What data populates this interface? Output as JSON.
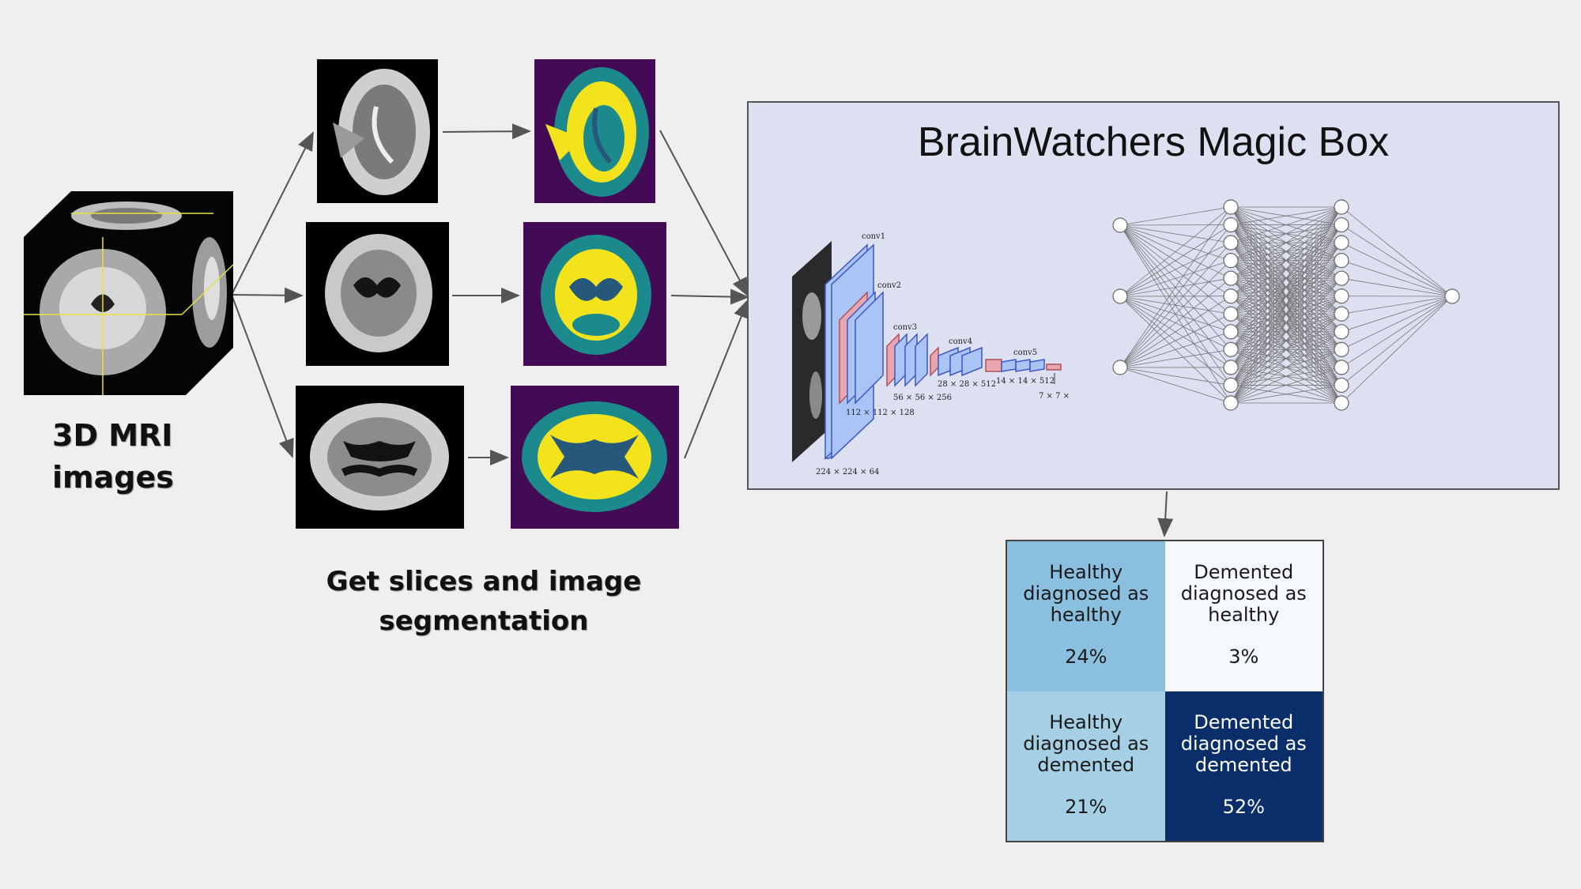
{
  "mri_caption": {
    "line1": "3D MRI",
    "line2": "images"
  },
  "slices_caption": {
    "line1": "Get slices and image",
    "line2": "segmentation"
  },
  "magic_box": {
    "title": "BrainWatchers Magic Box",
    "cnn_labels": {
      "conv1": "conv1",
      "conv2": "conv2",
      "conv3": "conv3",
      "conv4": "conv4",
      "conv5": "conv5",
      "dim1": "224 × 224 × 64",
      "dim2": "112 × 112 × 128",
      "dim3": "56 × 56 × 256",
      "dim4": "28 × 28 × 512",
      "dim5": "14 × 14 × 512",
      "dim6": "7 × 7 ×"
    }
  },
  "confusion_matrix": {
    "cells": [
      {
        "lines": [
          "Healthy",
          "diagnosed as",
          "healthy"
        ],
        "pct": "24%",
        "bg": "#8bbfdf",
        "fg": "#1a1a1a"
      },
      {
        "lines": [
          "Demented",
          "diagnosed as",
          "healthy"
        ],
        "pct": "3%",
        "bg": "#f5f9fd",
        "fg": "#1a1a1a"
      },
      {
        "lines": [
          "Healthy",
          "diagnosed as",
          "demented"
        ],
        "pct": "21%",
        "bg": "#a5cfe5",
        "fg": "#1a1a1a"
      },
      {
        "lines": [
          "Demented",
          "diagnosed as",
          "demented"
        ],
        "pct": "52%",
        "bg": "#0a2e6a",
        "fg": "#ffffff"
      }
    ]
  },
  "colors": {
    "seg_background": "#430a55",
    "seg_gray": "#1c8a8c",
    "seg_white": "#f3e31d",
    "csf": "#27577a"
  }
}
